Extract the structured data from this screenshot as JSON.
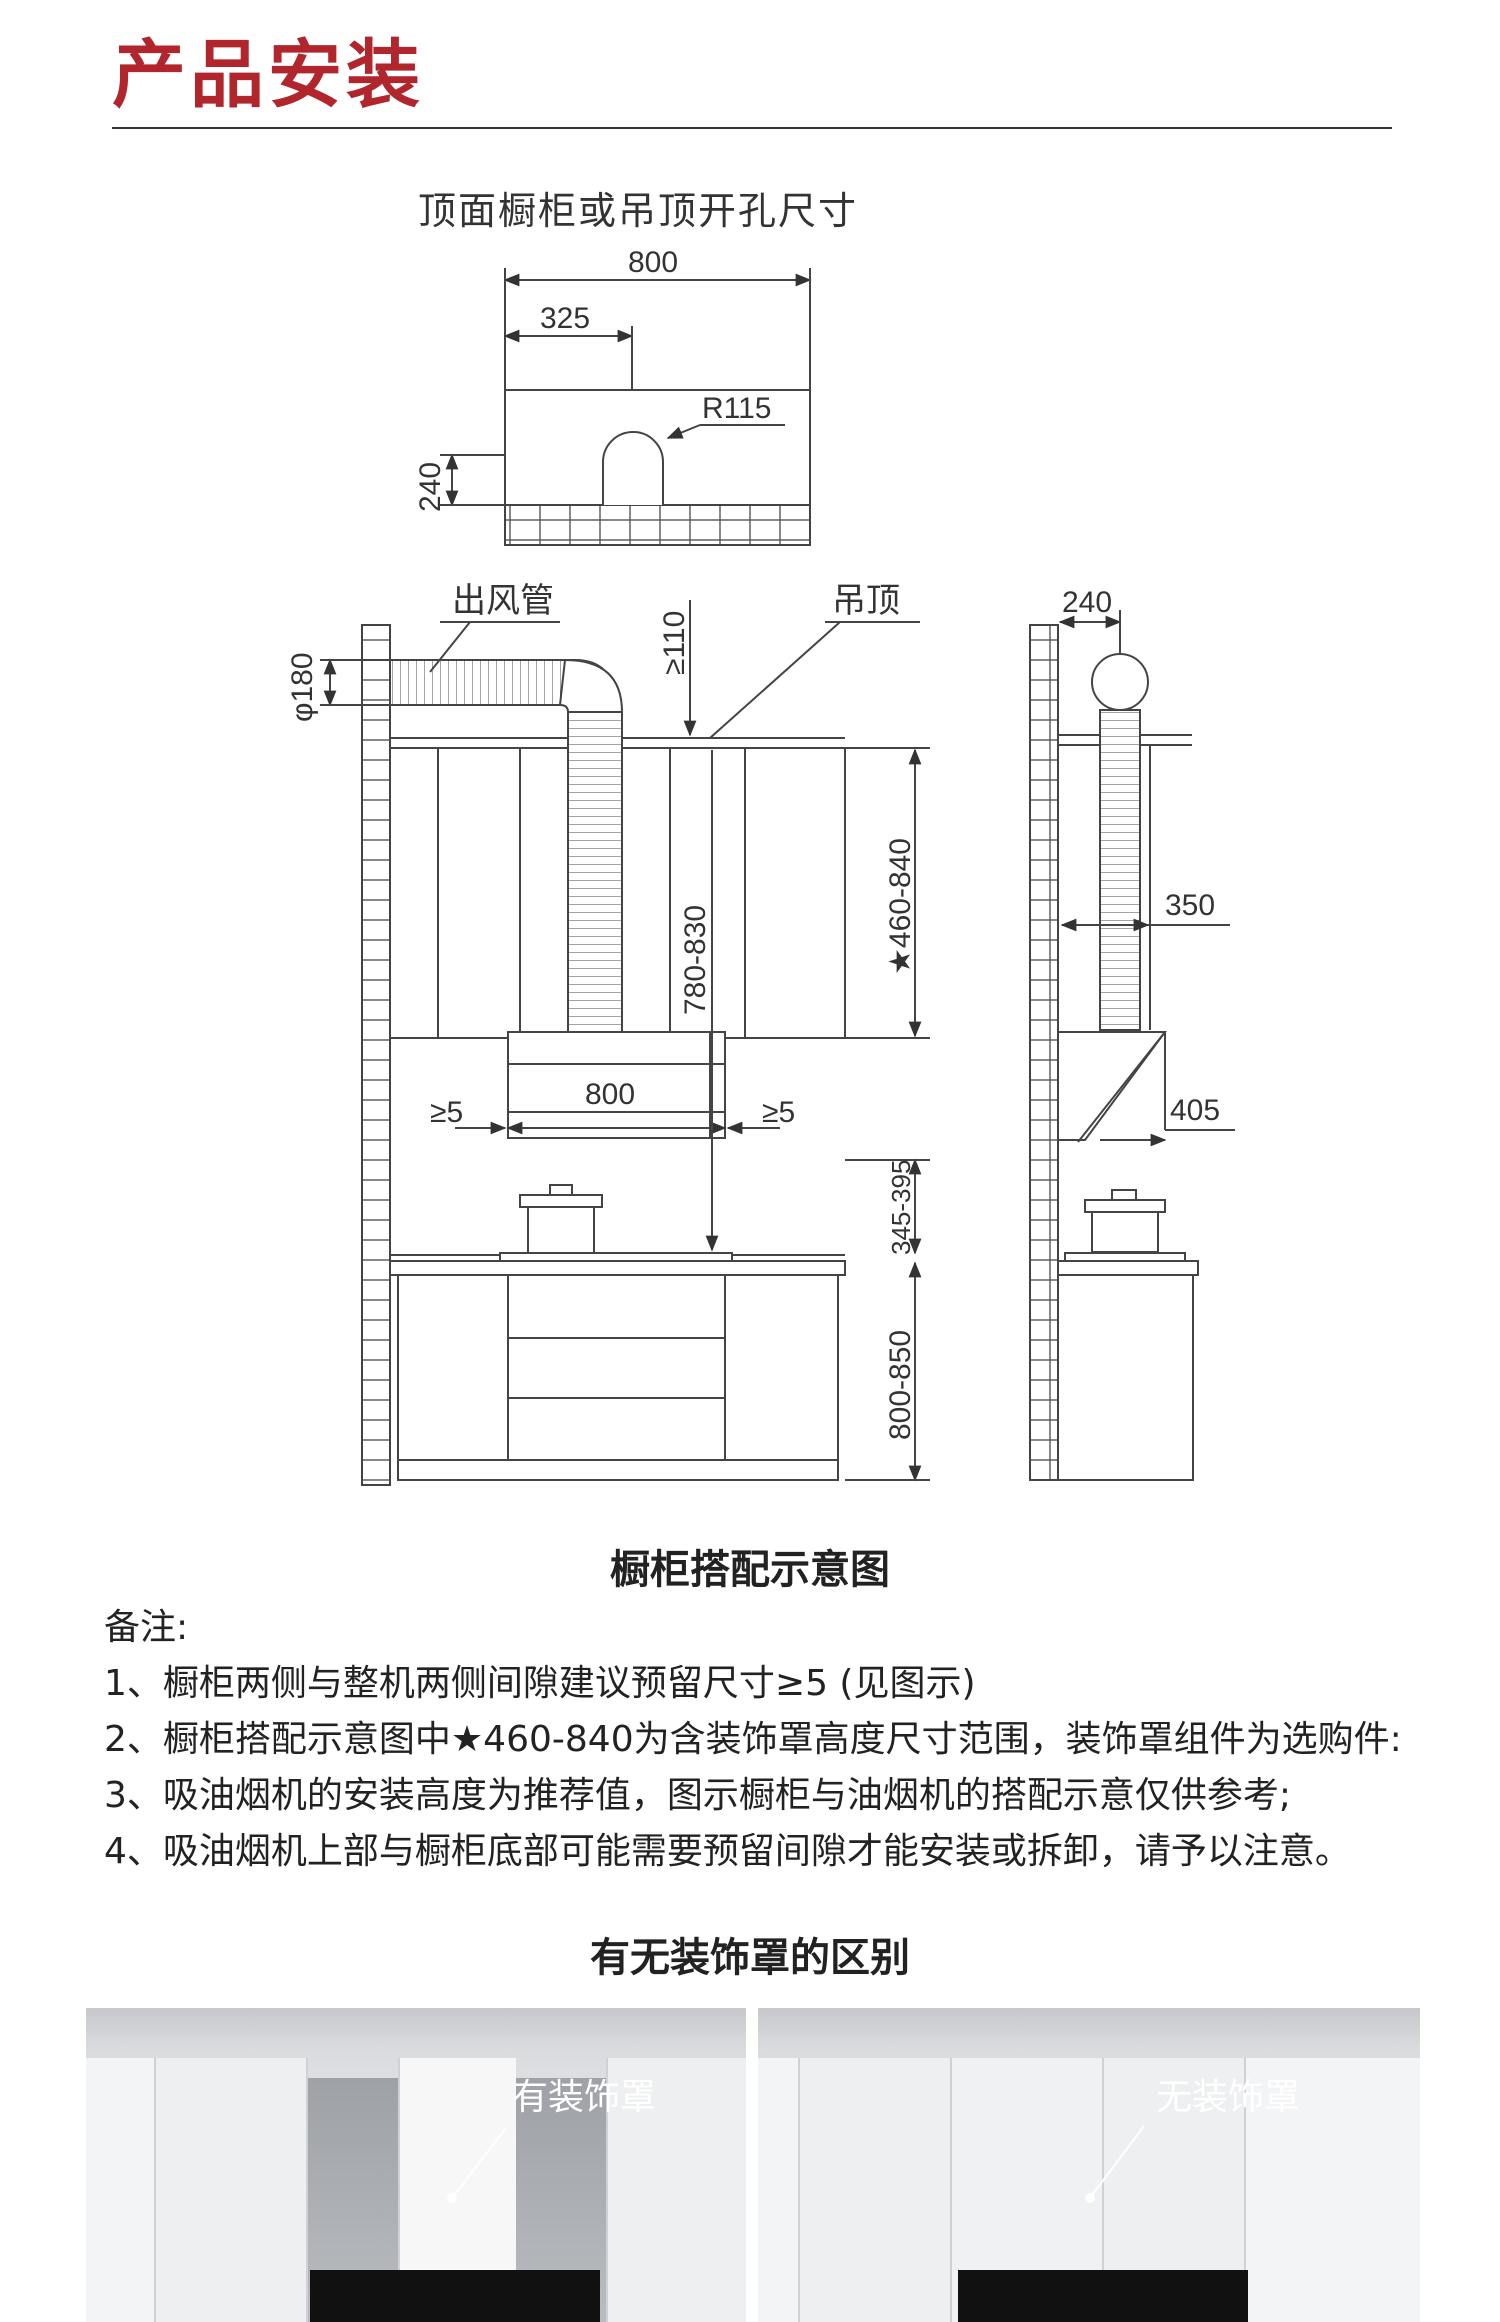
{
  "header": {
    "title": "产品安装"
  },
  "diagram": {
    "top_title": "顶面橱柜或吊顶开孔尺寸",
    "top_dims": {
      "width": "800",
      "offset": "325",
      "radius": "R115",
      "height": "240"
    },
    "labels": {
      "duct": "出风管",
      "ceiling": "吊顶",
      "duct_dia": "φ180",
      "clearance_top": "≥110",
      "cabinet_height": "★460-840",
      "hood_range": "780-830",
      "hood_width": "800",
      "gap_left": "≥5",
      "gap_right": "≥5",
      "stove_gap": "345-395",
      "counter_height": "800-850",
      "side_top": "240",
      "side_depth": "350",
      "side_hood": "405"
    },
    "caption": "橱柜搭配示意图"
  },
  "notes": {
    "heading": "备注:",
    "items": [
      "1、橱柜两侧与整机两侧间隙建议预留尺寸≥5 (见图示)",
      "2、橱柜搭配示意图中★460-840为含装饰罩高度尺寸范围，装饰罩组件为选购件:",
      "3、吸油烟机的安装高度为推荐值，图示橱柜与油烟机的搭配示意仅供参考;",
      "4、吸油烟机上部与橱柜底部可能需要预留间隙才能安装或拆卸，请予以注意。"
    ]
  },
  "comparison": {
    "title": "有无装饰罩的区别",
    "left_label": "有装饰罩",
    "right_label": "无装饰罩"
  }
}
